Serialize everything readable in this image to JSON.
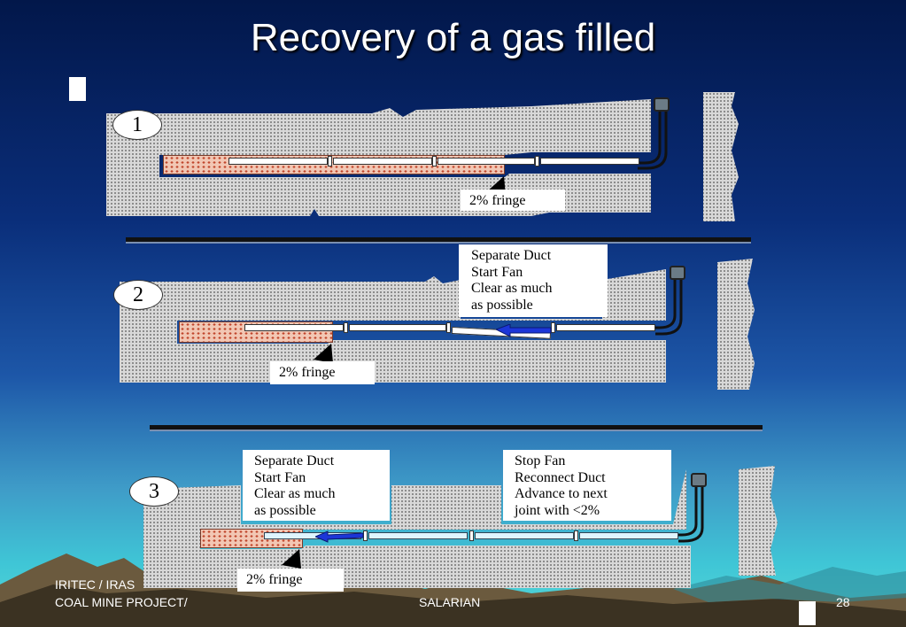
{
  "title": "Recovery of a gas filled",
  "panels": [
    {
      "step": "1",
      "fringe_label": "2% fringe"
    },
    {
      "step": "2",
      "fringe_label": "2% fringe",
      "note": [
        "Separate Duct",
        "Start Fan",
        "Clear as much",
        "as possible"
      ]
    },
    {
      "step": "3",
      "fringe_label": "2% fringe",
      "note_left": [
        "Separate Duct",
        "Start Fan",
        "Clear as much",
        "as possible"
      ],
      "note_right": [
        "Stop Fan",
        "Reconnect Duct",
        "Advance to next",
        "joint with <2%"
      ]
    }
  ],
  "footer": {
    "left_line1": "IRITEC / IRAS",
    "left_line2": "COAL MINE PROJECT/",
    "center": "SALARIAN",
    "page_number": "28"
  },
  "colors": {
    "arrow_blue": "#1c36d8",
    "background_top": "#02174a",
    "background_bottom": "#58d8d6"
  }
}
